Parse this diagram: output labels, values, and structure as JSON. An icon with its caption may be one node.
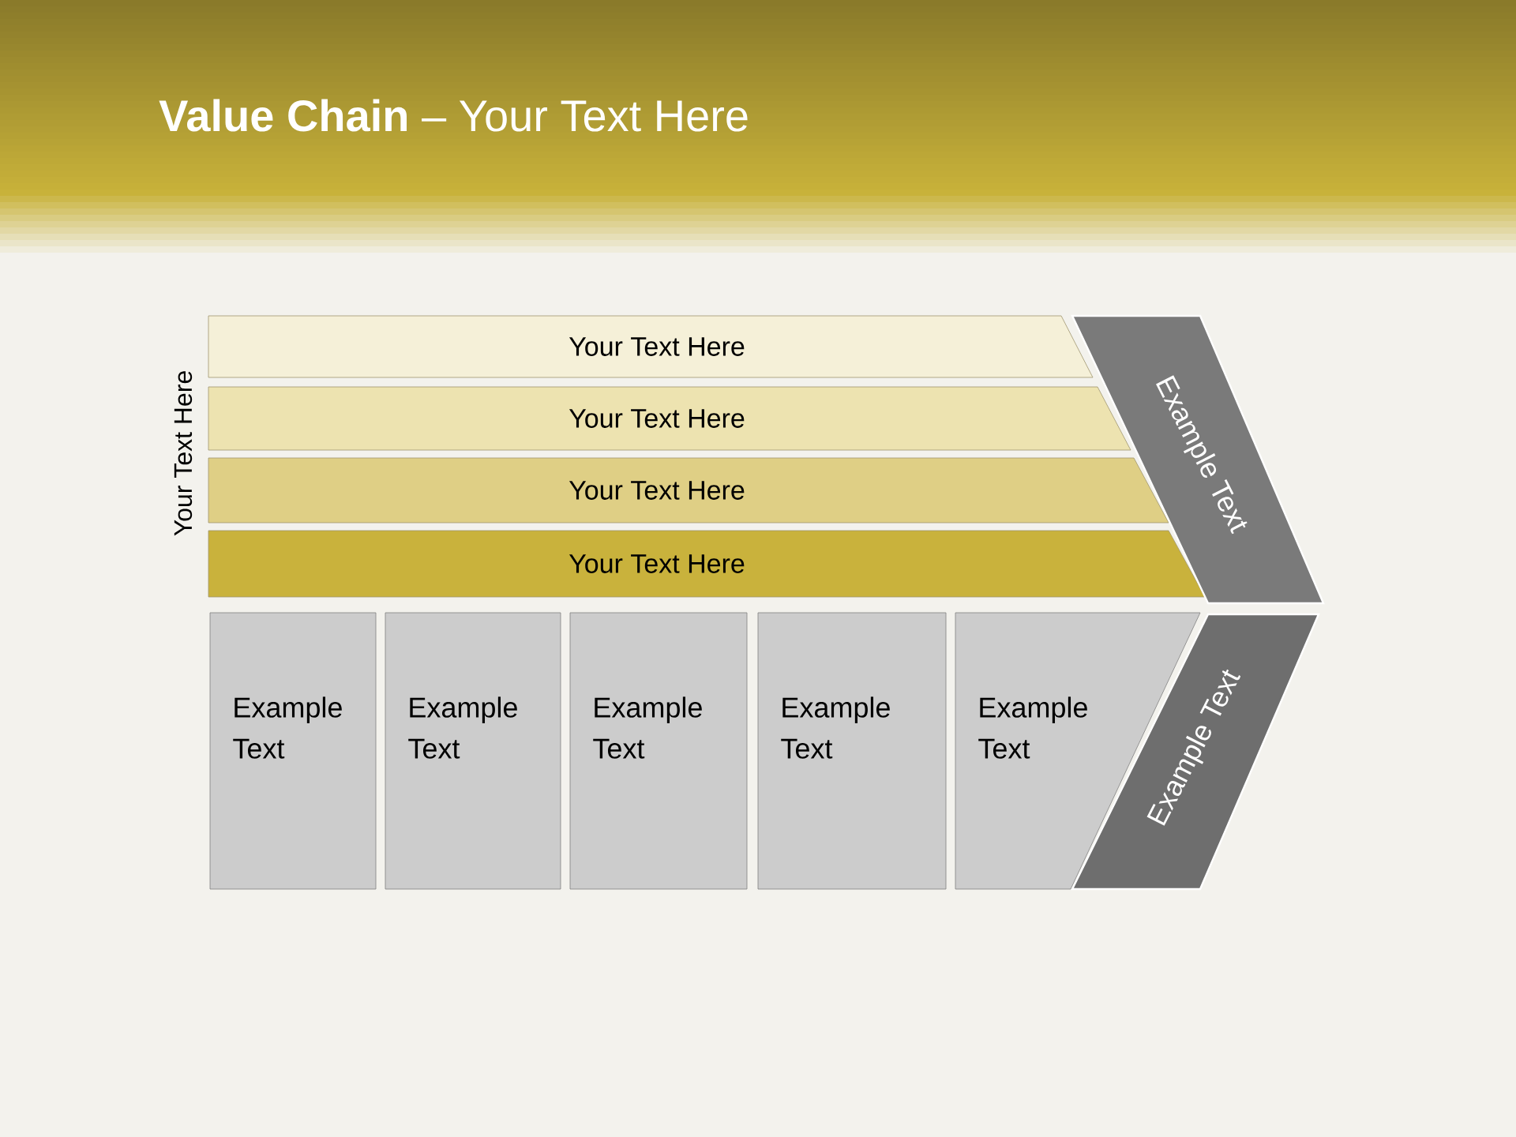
{
  "diagram": {
    "title": "**Value Chain** – Your Text Here",
    "nodes": [
      {
        "text": [
          "Your Text Here"
        ]
      },
      {
        "text": [
          "Your Text Here"
        ]
      },
      {
        "text": [
          "Your Text Here"
        ]
      },
      {
        "text": [
          "Your Text Here"
        ]
      },
      {
        "text": [
          "Example Text"
        ]
      },
      {
        "text": [
          "Example Text"
        ]
      },
      {
        "text": [
          "Example Text"
        ]
      },
      {
        "text": [
          "Example Text"
        ]
      },
      {
        "text": [
          "Example Text"
        ]
      },
      {
        "text": [
          "Example Text"
        ]
      },
      {
        "text": [
          "Example Text"
        ]
      }
    ],
    "labels": [
      "Your Text Here"
    ]
  }
}
